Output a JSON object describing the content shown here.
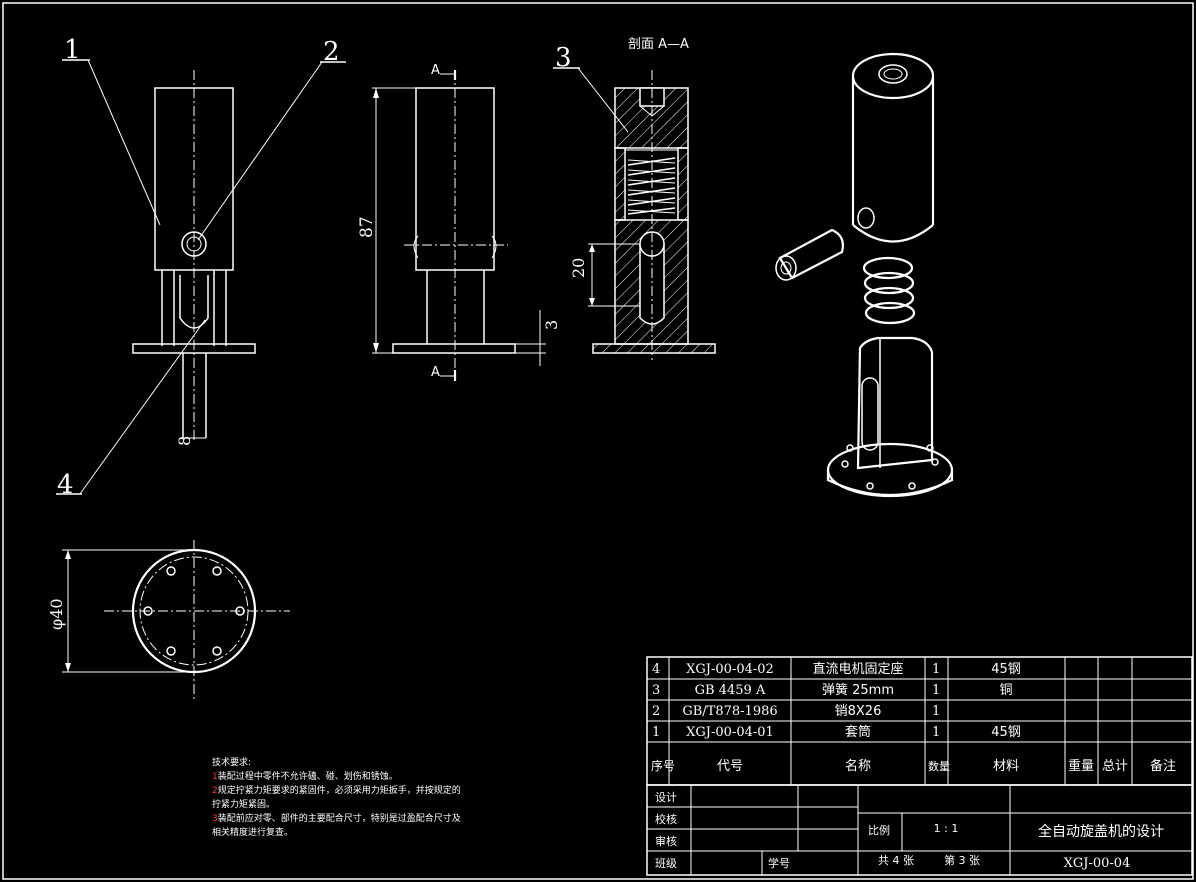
{
  "section_label": "剖面 A—A",
  "part_callouts": [
    "1",
    "2",
    "3",
    "4"
  ],
  "dimensions": {
    "height_87": "87",
    "slot_20": "20",
    "base_3": "3",
    "pin_8": "8",
    "dia_40": "φ40",
    "section_mark": "A"
  },
  "tech_requirements": {
    "title": "技术要求:",
    "items": [
      {
        "num": "1",
        "text": "装配过程中零件不允许磕、碰、划伤和锈蚀。"
      },
      {
        "num": "2",
        "text": "规定拧紧力矩要求的紧固件，必须采用力矩扳手，并按规定的"
      },
      {
        "num": "",
        "text": "拧紧力矩紧固。"
      },
      {
        "num": "3",
        "text": "装配前应对零、部件的主要配合尺寸，特别是过盈配合尺寸及"
      },
      {
        "num": "",
        "text": "相关精度进行复查。"
      }
    ]
  },
  "bom": {
    "rows": [
      {
        "no": "4",
        "code": "XGJ-00-04-02",
        "name": "直流电机固定座",
        "qty": "1",
        "material": "45钢"
      },
      {
        "no": "3",
        "code": "GB 4459 A",
        "name": "弹簧 25mm",
        "qty": "1",
        "material": "铜"
      },
      {
        "no": "2",
        "code": "GB/T878-1986",
        "name": "销8X26",
        "qty": "1",
        "material": ""
      },
      {
        "no": "1",
        "code": "XGJ-00-04-01",
        "name": "套筒",
        "qty": "1",
        "material": "45钢"
      }
    ],
    "header": {
      "no": "序号",
      "code": "代号",
      "name": "名称",
      "qty": "数量",
      "material": "材料",
      "weight": "重量",
      "total": "总计",
      "remark": "备注"
    }
  },
  "title_block": {
    "design": "设计",
    "check": "校核",
    "review": "审核",
    "class": "班级",
    "student_no": "学号",
    "scale_label": "比例",
    "scale_value": "1 : 1",
    "sheets_total": "共 4  张",
    "sheet_no": "第 3 张",
    "project_title": "全自动旋盖机的设计",
    "drawing_no": "XGJ-00-04"
  }
}
